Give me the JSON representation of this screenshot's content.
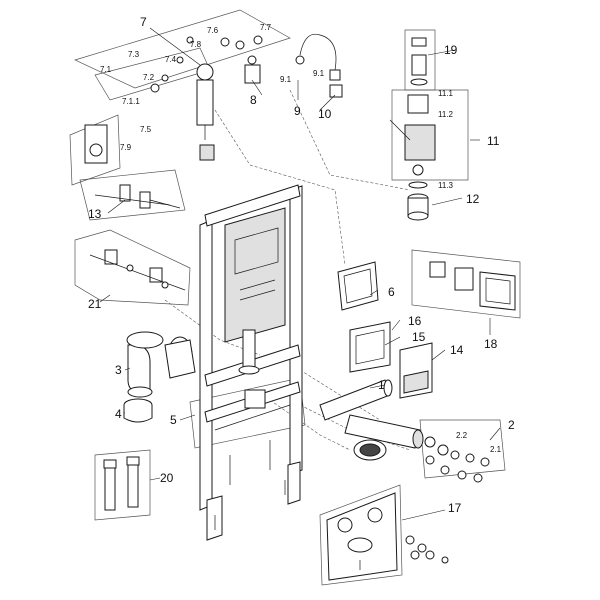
{
  "labels": {
    "n1": "1",
    "n2": "2",
    "n2_1": "2.1",
    "n2_2": "2.2",
    "n3": "3",
    "n4": "4",
    "n5": "5",
    "n6": "6",
    "n7": "7",
    "n7_1": "7.1",
    "n7_1_1": "7.1.1",
    "n7_2": "7.2",
    "n7_3": "7.3",
    "n7_4": "7.4",
    "n7_5": "7.5",
    "n7_6": "7.6",
    "n7_7": "7.7",
    "n7_8": "7.8",
    "n7_9": "7.9",
    "n8": "8",
    "n9": "9",
    "n9_1a": "9.1",
    "n9_1b": "9.1",
    "n10": "10",
    "n11": "11",
    "n11_1": "11.1",
    "n11_2": "11.2",
    "n11_3": "11.3",
    "n12": "12",
    "n13": "13",
    "n14": "14",
    "n15": "15",
    "n16": "16",
    "n17": "17",
    "n18": "18",
    "n19": "19",
    "n20": "20",
    "n21": "21"
  },
  "colors": {
    "line": "#1a1a1a",
    "fill_light": "#e0e0e0",
    "fill_dark": "#444444",
    "background": "#ffffff"
  }
}
